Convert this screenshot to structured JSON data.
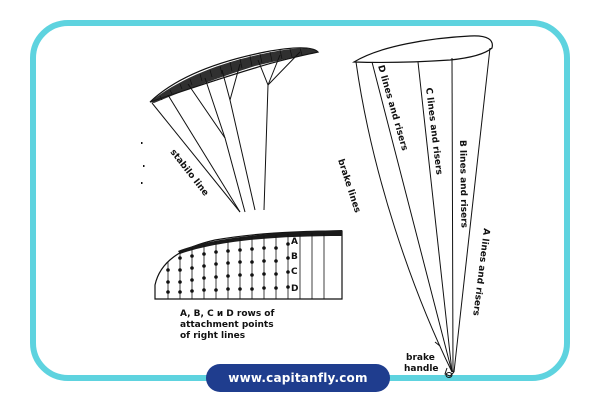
{
  "colors": {
    "frame": "#5ed3df",
    "pill": "#1f3d8e",
    "pill_text": "#ffffff",
    "ink": "#111111"
  },
  "website": "www.capitanfly.com",
  "labels": {
    "stabilo_line": "stabilo line",
    "brake_lines": "brake lines",
    "d_lines": "D lines and risers",
    "c_lines": "C lines and risers",
    "b_lines": "B lines and risers",
    "a_lines": "A lines and risers",
    "brake_handle_1": "brake",
    "brake_handle_2": "handle",
    "caption_1": "A, B, C и D rows of",
    "caption_2": "attachment points",
    "caption_3": "of right lines",
    "row_a": "A",
    "row_b": "B",
    "row_c": "C",
    "row_d": "D"
  }
}
